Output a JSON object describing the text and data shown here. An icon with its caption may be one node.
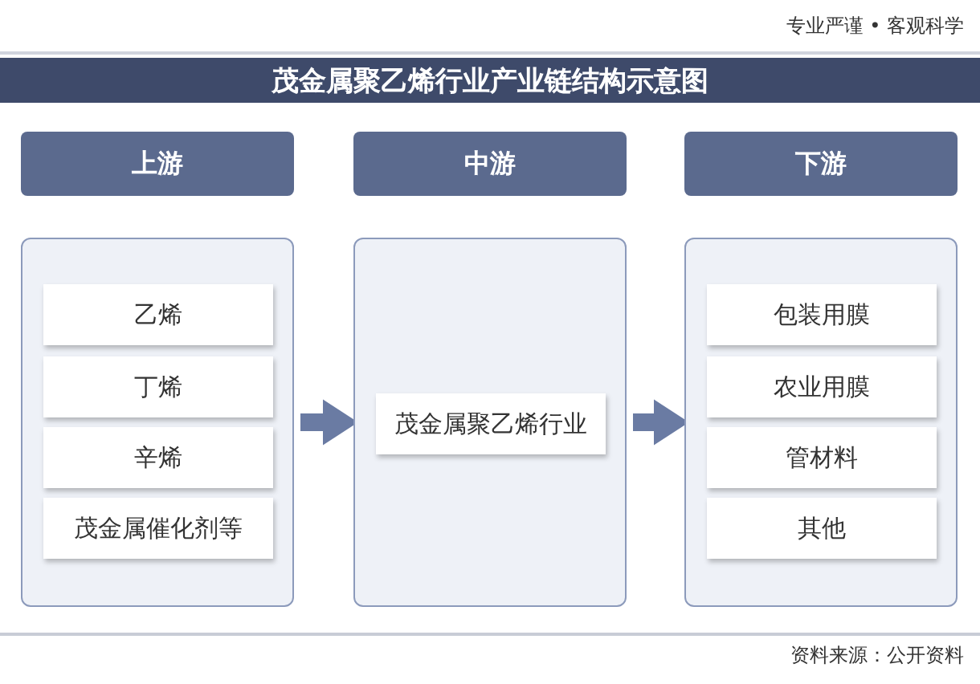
{
  "diagram": {
    "title": "茂金属聚乙烯行业产业链结构示意图",
    "nodes": [
      {
        "text": [
          "上游"
        ]
      },
      {
        "text": [
          "中游"
        ]
      },
      {
        "text": [
          "下游"
        ]
      },
      {
        "text": [],
        "shape": "box"
      },
      {
        "text": [
          "乙烯"
        ],
        "in": 3
      },
      {
        "text": [
          "丁烯"
        ],
        "in": 3
      },
      {
        "text": [
          "辛烯"
        ],
        "in": 3
      },
      {
        "text": [
          "茂金属催化剂等"
        ],
        "in": 3
      },
      {
        "text": [],
        "shape": "box"
      },
      {
        "text": [
          "茂金属聚乙烯行业"
        ],
        "in": 8
      },
      {
        "text": [],
        "shape": "box"
      },
      {
        "text": [
          "包装用膜"
        ],
        "in": 10
      },
      {
        "text": [
          "农业用膜"
        ],
        "in": 10
      },
      {
        "text": [
          "管材料"
        ],
        "in": 10
      },
      {
        "text": [
          "其他"
        ],
        "in": 10
      }
    ],
    "edges": [
      {
        "from": 3,
        "to": 8,
        "arrow": "to"
      },
      {
        "from": 8,
        "to": 10,
        "arrow": "to"
      }
    ],
    "labels": [
      "专业严谨 • 客观科学",
      "资料来源：公开资料"
    ]
  }
}
